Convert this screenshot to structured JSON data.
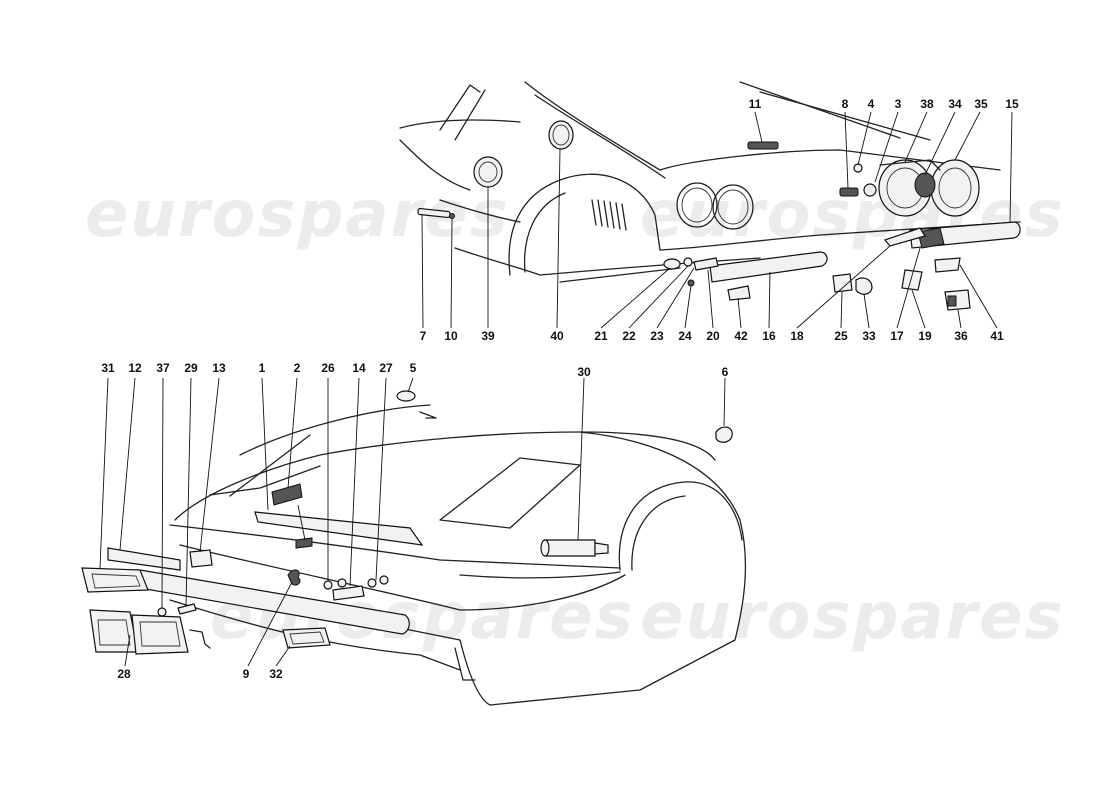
{
  "watermark": "eurospares",
  "callouts": {
    "c1": "1",
    "c2": "2",
    "c3": "3",
    "c4": "4",
    "c5": "5",
    "c6": "6",
    "c7": "7",
    "c8": "8",
    "c9": "9",
    "c10": "10",
    "c11": "11",
    "c12": "12",
    "c13": "13",
    "c14": "14",
    "c15": "15",
    "c16": "16",
    "c17": "17",
    "c18": "18",
    "c19": "19",
    "c20": "20",
    "c21": "21",
    "c22": "22",
    "c23": "23",
    "c24": "24",
    "c25": "25",
    "c26": "26",
    "c27": "27",
    "c28": "28",
    "c29": "29",
    "c30": "30",
    "c31": "31",
    "c32": "32",
    "c33": "33",
    "c34": "34",
    "c35": "35",
    "c36": "36",
    "c37": "37",
    "c38": "38",
    "c39": "39",
    "c40": "40",
    "c41": "41",
    "c42": "42"
  }
}
